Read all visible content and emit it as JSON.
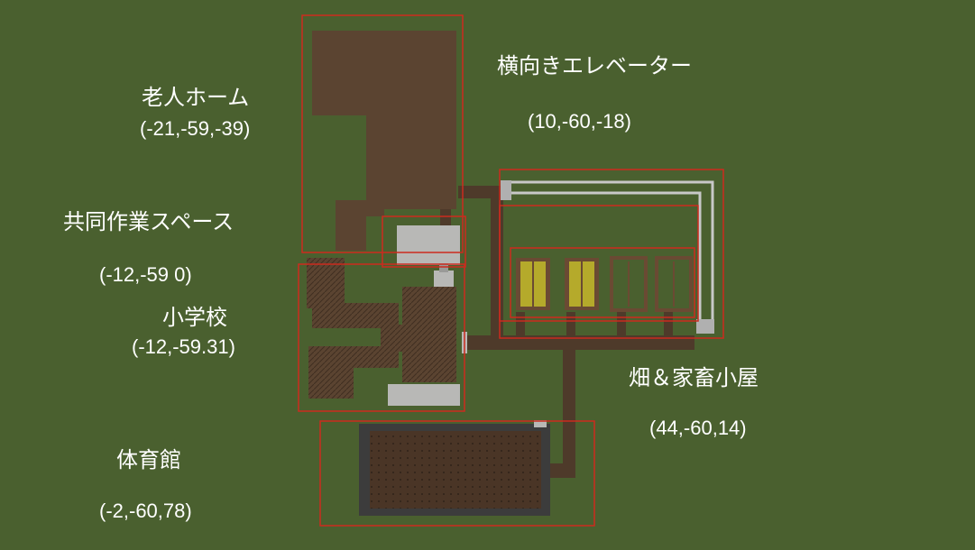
{
  "map": {
    "colors": {
      "grass": "#4a602f",
      "path": "#4e3a2a",
      "roof": "#5b4431",
      "frame": "#cc2a1e",
      "concrete": "#b8b8b6",
      "crop": "#b5aa2b"
    },
    "annotations": [
      {
        "id": "nursing-home",
        "name": "老人ホーム",
        "coords": "(-21,-59,-39)"
      },
      {
        "id": "elevator",
        "name": "横向きエレベーター",
        "coords": "(10,-60,-18)"
      },
      {
        "id": "workspace",
        "name": "共同作業スペース",
        "coords": "(-12,-59 0)"
      },
      {
        "id": "school",
        "name": "小学校",
        "coords": "(-12,-59.31)"
      },
      {
        "id": "farm",
        "name": "畑＆家畜小屋",
        "coords": "(44,-60,14)"
      },
      {
        "id": "gym",
        "name": "体育館",
        "coords": "(-2,-60,78)"
      }
    ]
  }
}
